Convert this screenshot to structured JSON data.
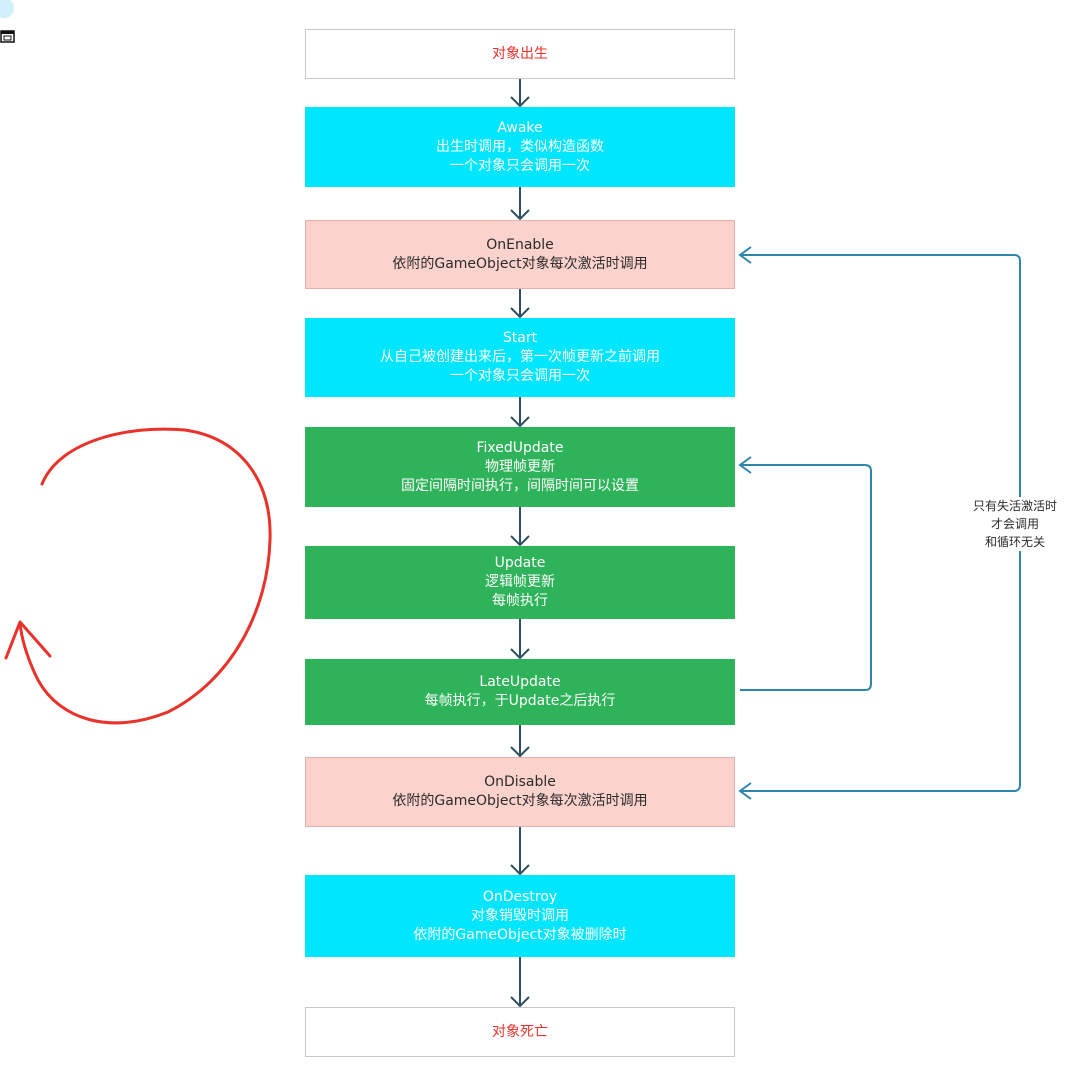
{
  "colors": {
    "connector": "#2d86b0",
    "down_arrow": "#2f4f5f",
    "annotation": "#e8322a"
  },
  "nodes": [
    {
      "id": "birth",
      "style": "white",
      "lines": [
        "对象出生"
      ]
    },
    {
      "id": "awake",
      "style": "cyan",
      "lines": [
        "Awake",
        "出生时调用，类似构造函数",
        "一个对象只会调用一次"
      ]
    },
    {
      "id": "onenable",
      "style": "pink",
      "lines": [
        "OnEnable",
        "依附的GameObject对象每次激活时调用"
      ]
    },
    {
      "id": "start",
      "style": "cyan",
      "lines": [
        "Start",
        "从自己被创建出来后，第一次帧更新之前调用",
        "一个对象只会调用一次"
      ]
    },
    {
      "id": "fixedupdate",
      "style": "green",
      "lines": [
        "FixedUpdate",
        "物理帧更新",
        "固定间隔时间执行，间隔时间可以设置"
      ]
    },
    {
      "id": "update",
      "style": "green",
      "lines": [
        "Update",
        "逻辑帧更新",
        "每帧执行"
      ]
    },
    {
      "id": "lateupdate",
      "style": "green",
      "lines": [
        "LateUpdate",
        "每帧执行，于Update之后执行"
      ]
    },
    {
      "id": "ondisable",
      "style": "pink",
      "lines": [
        "OnDisable",
        "依附的GameObject对象每次激活时调用"
      ]
    },
    {
      "id": "ondestroy",
      "style": "cyan",
      "lines": [
        "OnDestroy",
        "对象销毁时调用",
        "依附的GameObject对象被删除时"
      ]
    },
    {
      "id": "death",
      "style": "white",
      "lines": [
        "对象死亡"
      ]
    }
  ],
  "loop_note": {
    "lines": [
      "只有失活激活时",
      "才会调用",
      "和循环无关"
    ]
  }
}
